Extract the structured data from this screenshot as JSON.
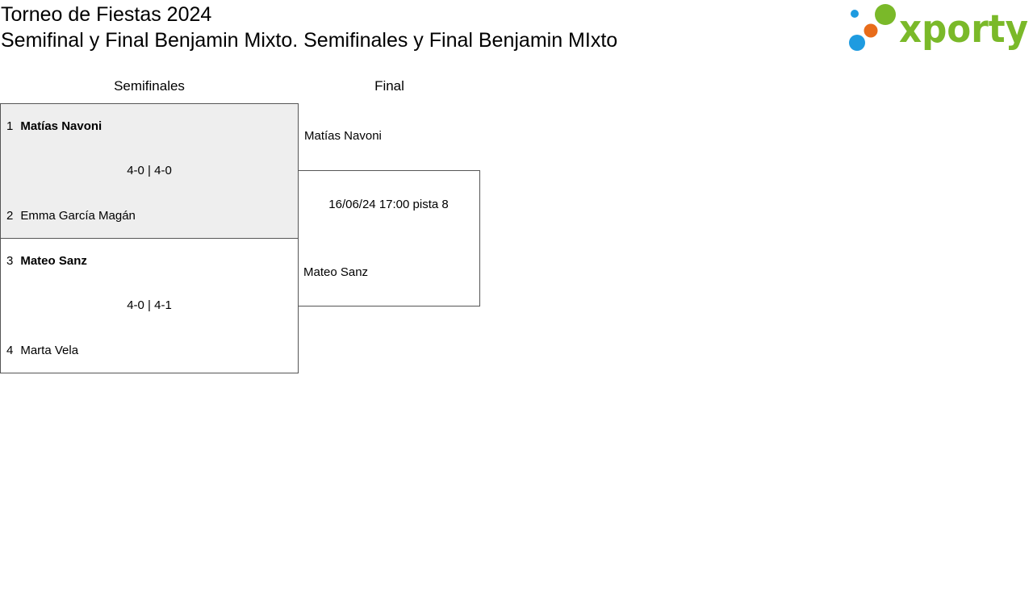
{
  "header": {
    "title": "Torneo de Fiestas 2024",
    "subtitle": "Semifinal y Final Benjamin Mixto. Semifinales y Final Benjamin MIxto"
  },
  "logo": {
    "text": "xporty",
    "colors": {
      "green": "#7ab929",
      "orange": "#e86c1a",
      "blue": "#1e9be0"
    }
  },
  "rounds": {
    "semis_label": "Semifinales",
    "final_label": "Final"
  },
  "semifinals": [
    {
      "player1": {
        "seed": "1",
        "name": "Matías Navoni"
      },
      "score": "4-0 | 4-0",
      "player2": {
        "seed": "2",
        "name": "Emma García Magán"
      }
    },
    {
      "player1": {
        "seed": "3",
        "name": "Mateo Sanz"
      },
      "score": "4-0 | 4-1",
      "player2": {
        "seed": "4",
        "name": "Marta Vela"
      }
    }
  ],
  "final": {
    "player1": "Matías Navoni",
    "schedule": "16/06/24 17:00 pista 8",
    "player2": "Mateo Sanz"
  },
  "colors": {
    "highlight_bg": "#eeeeee",
    "border": "#555555"
  }
}
